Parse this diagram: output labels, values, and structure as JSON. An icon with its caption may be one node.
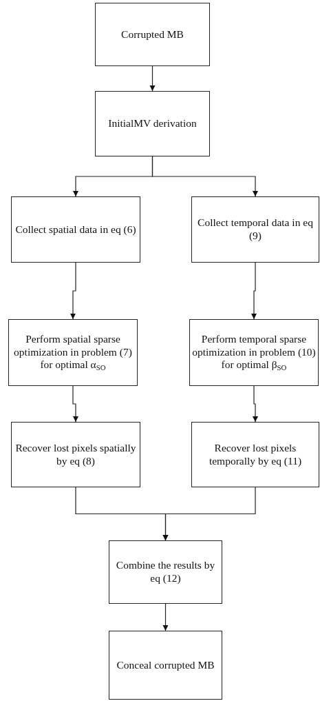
{
  "diagram": {
    "nodes": [
      {
        "text": [
          "Corrupted MB"
        ]
      },
      {
        "text": [
          "InitialMV derivation"
        ]
      },
      {
        "text": [
          "Collect spatial data in eq (6)"
        ]
      },
      {
        "text": [
          "Collect temporal data in eq (9)"
        ]
      },
      {
        "text": [
          "Perform spatial sparse optimization in problem (7) for optimal α$_{SO}$"
        ]
      },
      {
        "text": [
          "Perform temporal sparse optimization in problem (10) for optimal β$_{SO}$"
        ]
      },
      {
        "text": [
          "Recover lost pixels spatially by eq (8)"
        ]
      },
      {
        "text": [
          "Recover lost pixels temporally by eq (11)"
        ]
      },
      {
        "text": [
          "Combine the results by eq (12)"
        ]
      },
      {
        "text": [
          "Conceal corrupted MB"
        ]
      }
    ],
    "edges": [
      {
        "from": 0,
        "to": 1,
        "arrow": "to"
      },
      {
        "from": 1,
        "to": 2,
        "arrow": "to"
      },
      {
        "from": 1,
        "to": 3,
        "arrow": "to"
      },
      {
        "from": 2,
        "to": 4,
        "arrow": "to"
      },
      {
        "from": 3,
        "to": 5,
        "arrow": "to"
      },
      {
        "from": 4,
        "to": 6,
        "arrow": "to"
      },
      {
        "from": 5,
        "to": 7,
        "arrow": "to"
      },
      {
        "from": 6,
        "to": 8,
        "arrow": "to"
      },
      {
        "from": 7,
        "to": 8,
        "arrow": "to"
      },
      {
        "from": 8,
        "to": 9,
        "arrow": "to"
      }
    ]
  }
}
